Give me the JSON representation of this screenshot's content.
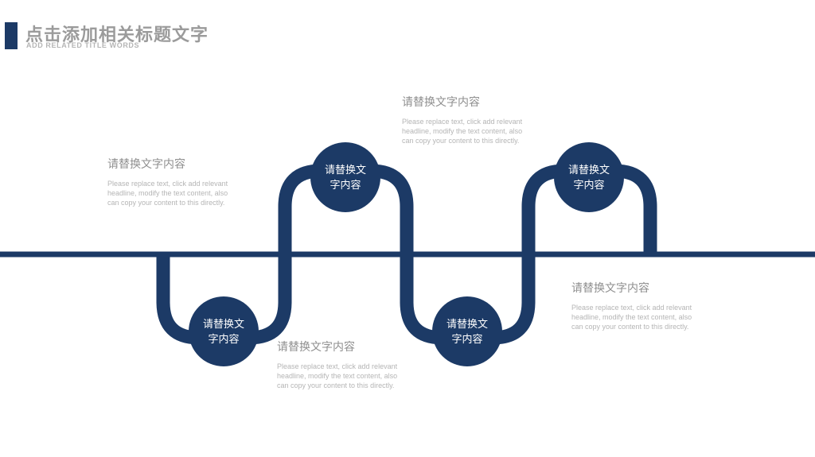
{
  "colors": {
    "navy": "#1c3a66",
    "title": "#9b9b9b",
    "subtitle": "#b5b5b5",
    "heading": "#8f8f8f",
    "body": "#b5b5b5"
  },
  "header": {
    "title": "点击添加相关标题文字",
    "subtitle": "ADD RELATED TITLE WORDS"
  },
  "nodes": [
    {
      "line1": "请替换文",
      "line2": "字内容"
    },
    {
      "line1": "请替换文",
      "line2": "字内容"
    },
    {
      "line1": "请替换文",
      "line2": "字内容"
    },
    {
      "line1": "请替换文",
      "line2": "字内容"
    }
  ],
  "blocks": [
    {
      "heading": "请替换文字内容",
      "body": "Please replace text, click add relevant headline, modify the text content, also can copy your content to this directly."
    },
    {
      "heading": "请替换文字内容",
      "body": "Please replace text, click add relevant headline, modify the text content, also can copy your content to this directly."
    },
    {
      "heading": "请替换文字内容",
      "body": "Please replace text, click add relevant headline, modify the text content, also can copy your content to this directly."
    },
    {
      "heading": "请替换文字内容",
      "body": "Please replace text, click add relevant headline, modify the text content, also can copy your content to this directly."
    }
  ]
}
